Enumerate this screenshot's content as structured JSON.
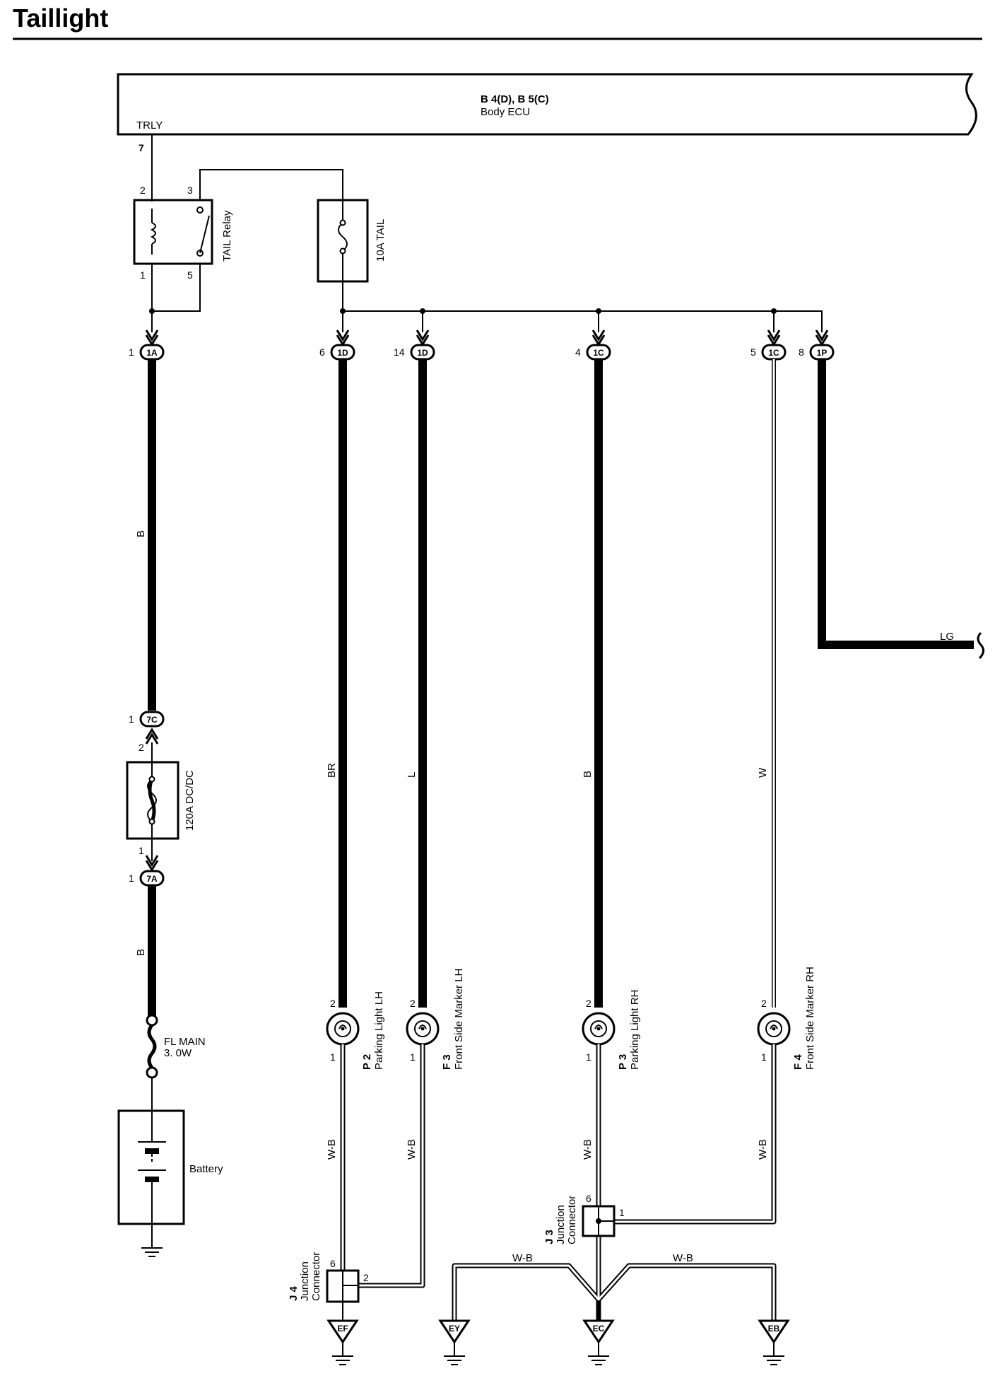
{
  "title": "Taillight",
  "ecu": {
    "name": "B 4(D), B 5(C)",
    "desc": "Body ECU",
    "terminal": "TRLY",
    "terminal_pin": "7"
  },
  "relay": {
    "name": "TAIL Relay",
    "pins": [
      "2",
      "3",
      "1",
      "5"
    ]
  },
  "fuse_tail": {
    "name": "10A TAIL"
  },
  "fuse_dcdc": {
    "name": "120A DC/DC",
    "pin_top": "2",
    "pin_bottom": "1"
  },
  "fusible_link": {
    "name": "FL MAIN",
    "rating": "3. 0W"
  },
  "battery": {
    "name": "Battery"
  },
  "connectors": [
    {
      "pin": "1",
      "label": "1A"
    },
    {
      "pin": "6",
      "label": "1D"
    },
    {
      "pin": "14",
      "label": "1D"
    },
    {
      "pin": "4",
      "label": "1C"
    },
    {
      "pin": "5",
      "label": "1C"
    },
    {
      "pin": "8",
      "label": "1P"
    },
    {
      "pin": "1",
      "label": "7C"
    },
    {
      "pin": "1",
      "label": "7A"
    }
  ],
  "wire_colors": {
    "main": "B",
    "battery": "B",
    "parking_lh": "BR",
    "marker_lh": "L",
    "parking_rh": "B",
    "marker_rh": "W",
    "lg": "LG",
    "ground_1": "W-B",
    "ground_2": "W-B",
    "ground_3": "W-B",
    "ground_4": "W-B",
    "ground_5": "W-B",
    "ground_6": "W-B"
  },
  "lamps": [
    {
      "code": "P 2",
      "name": "Parking Light LH",
      "pin_top": "2",
      "pin_bottom": "1"
    },
    {
      "code": "F 3",
      "name": "Front Side Marker LH",
      "pin_top": "2",
      "pin_bottom": "1"
    },
    {
      "code": "P 3",
      "name": "Parking Light RH",
      "pin_top": "2",
      "pin_bottom": "1"
    },
    {
      "code": "F 4",
      "name": "Front Side Marker RH",
      "pin_top": "2",
      "pin_bottom": "1"
    }
  ],
  "junctions": [
    {
      "code": "J 4",
      "name": "Junction",
      "name2": "Connector",
      "pin_a": "6",
      "pin_b": "2"
    },
    {
      "code": "J 3",
      "name": "Junction",
      "name2": "Connector",
      "pin_a": "6",
      "pin_b": "1"
    }
  ],
  "grounds": [
    "EF",
    "EY",
    "EC",
    "EB"
  ]
}
